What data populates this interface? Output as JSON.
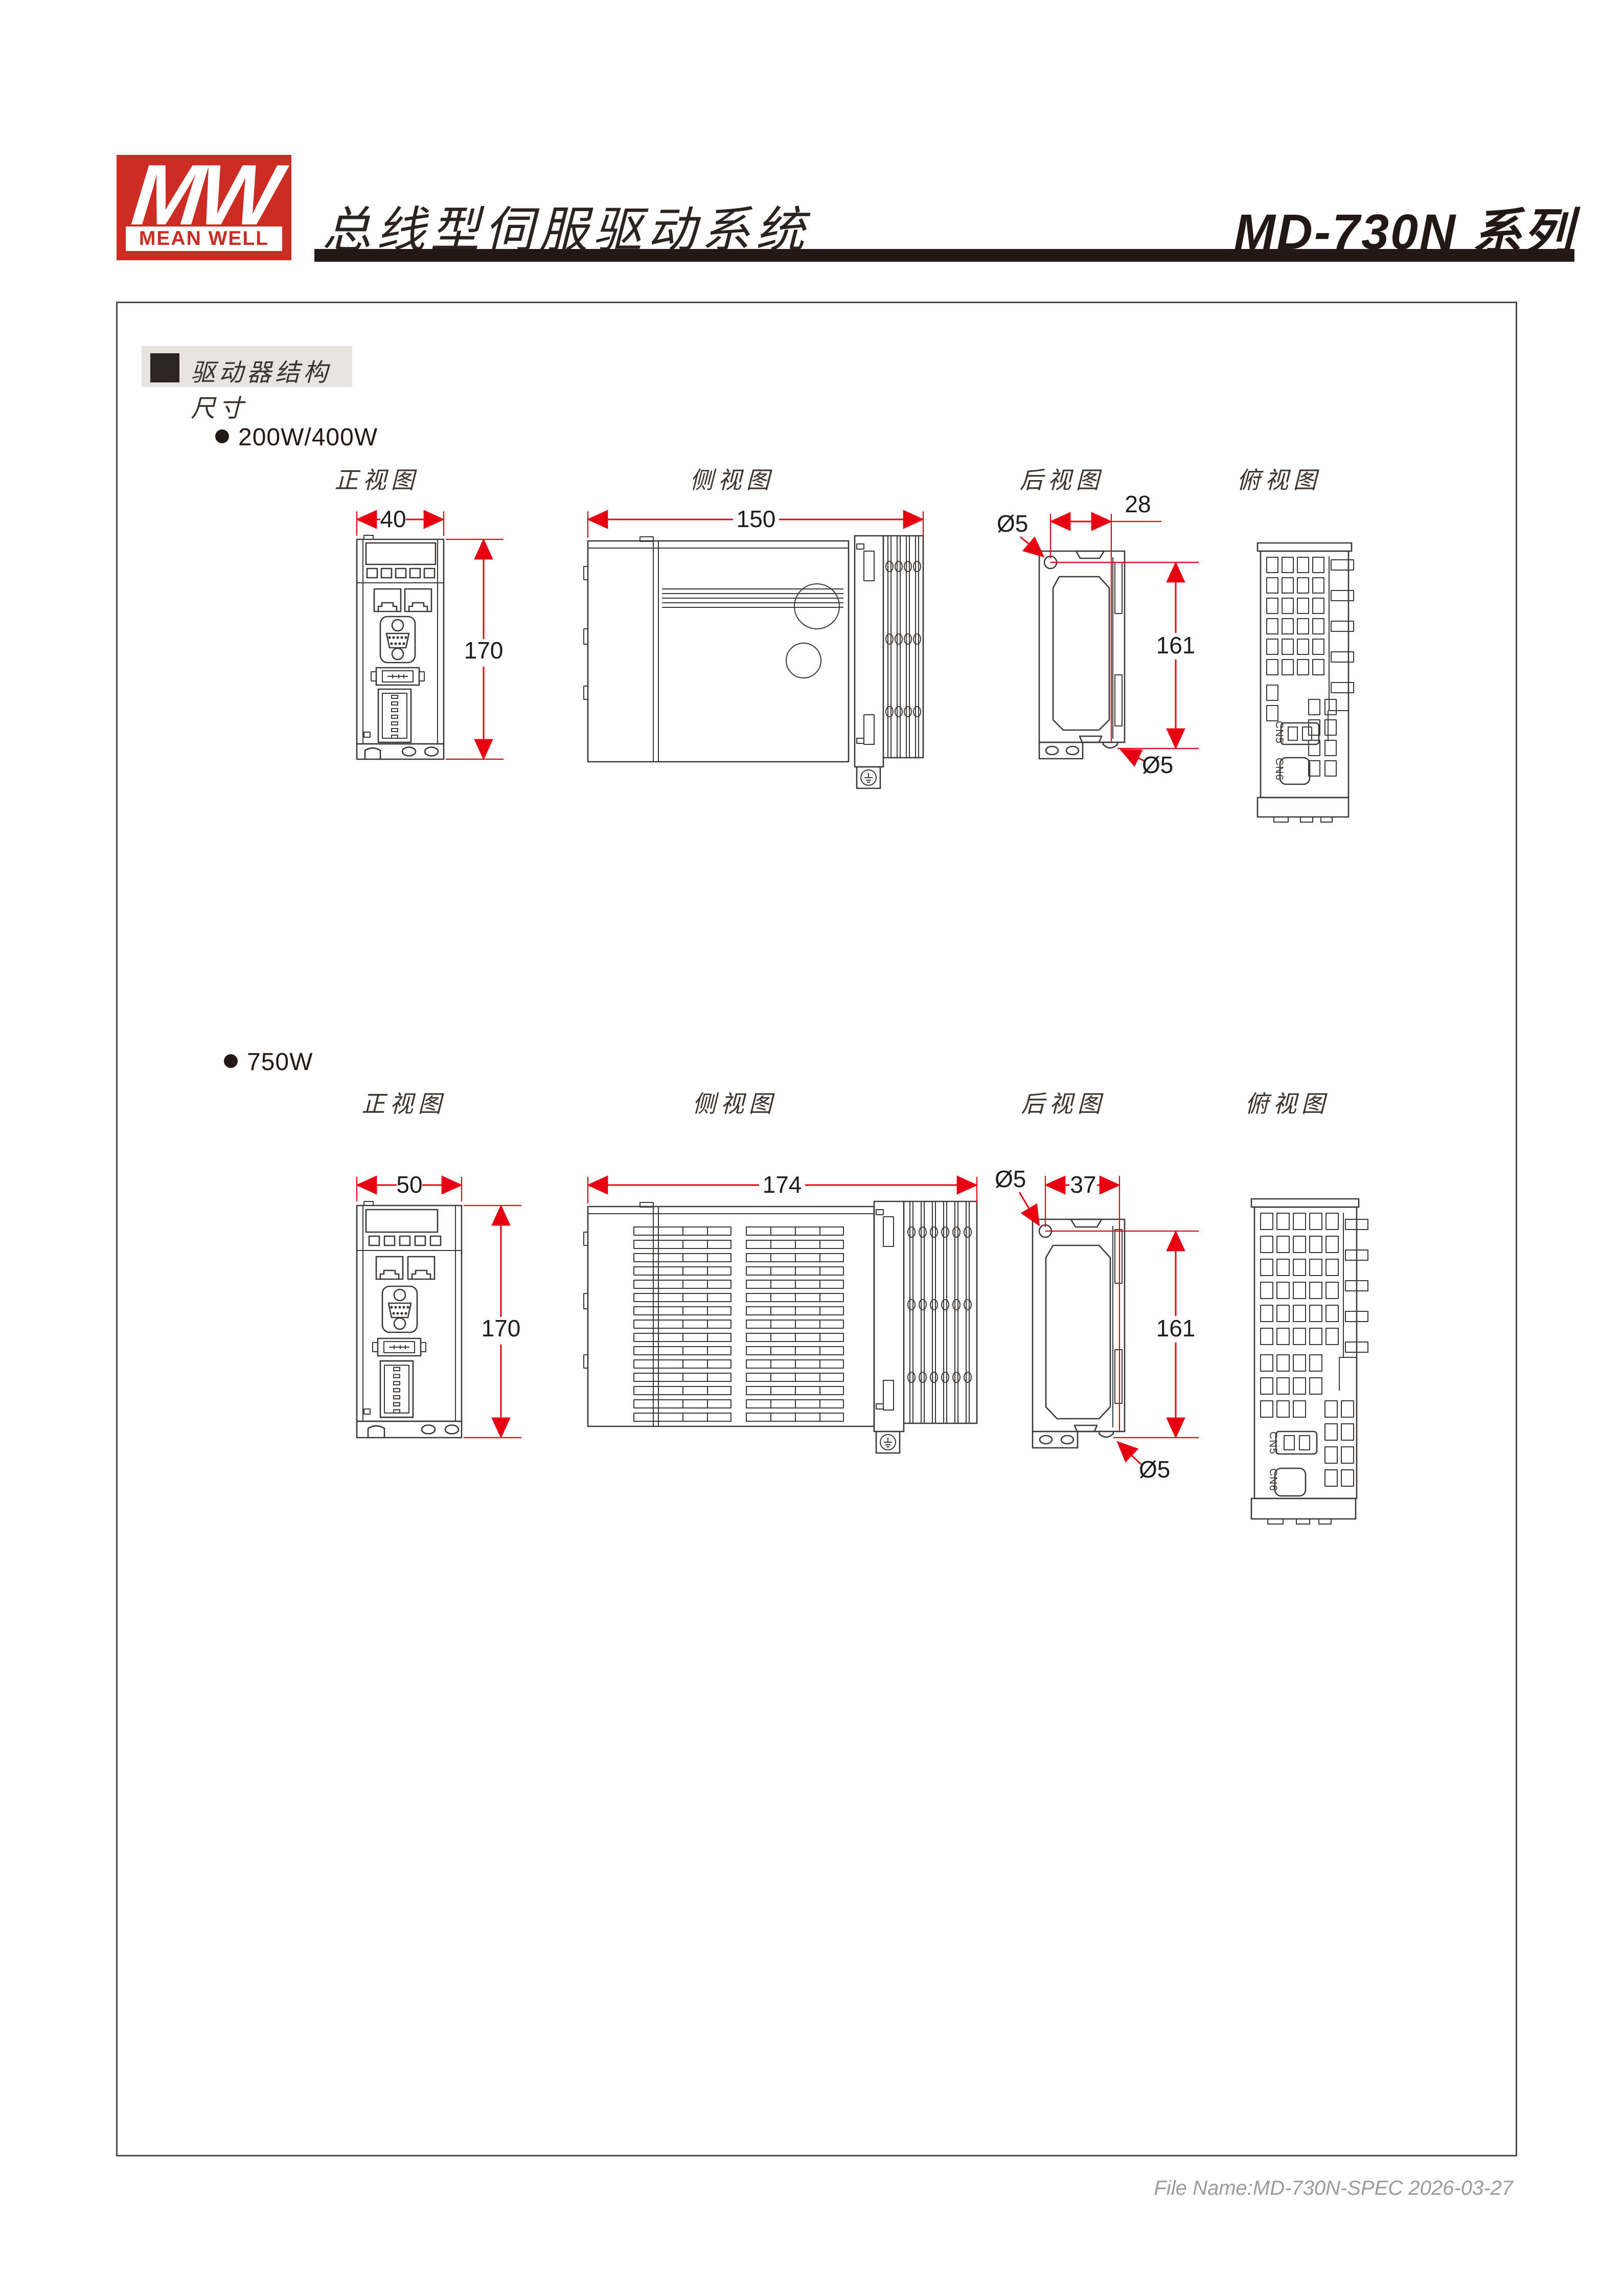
{
  "header": {
    "logo": {
      "monogram": "MW",
      "brand": "MEAN WELL"
    },
    "title": "总线型伺服驱动系统",
    "series": "MD-730N 系列"
  },
  "section": {
    "title": "驱动器结构尺寸"
  },
  "groups": [
    {
      "power": "200W/400W",
      "view_labels": {
        "front": "正视图",
        "side": "侧视图",
        "rear": "后视图",
        "top": "俯视图"
      },
      "dims": {
        "front_width_mm": "40",
        "front_height_mm": "170",
        "side_depth_mm": "150",
        "rear_hole_top": "Ø5",
        "rear_hole_offset_mm": "28",
        "rear_mount_height_mm": "161",
        "rear_hole_bottom": "Ø5"
      },
      "top_view_connector_labels": [
        "CN5",
        "CN6"
      ]
    },
    {
      "power": "750W",
      "view_labels": {
        "front": "正视图",
        "side": "侧视图",
        "rear": "后视图",
        "top": "俯视图"
      },
      "dims": {
        "front_width_mm": "50",
        "front_height_mm": "170",
        "side_depth_mm": "174",
        "rear_hole_top": "Ø5",
        "rear_hole_offset_mm": "37",
        "rear_mount_height_mm": "161",
        "rear_hole_bottom": "Ø5"
      },
      "top_view_connector_labels": [
        "CN5",
        "CN6"
      ]
    }
  ],
  "footer": {
    "text": "File Name:MD-730N-SPEC  2026-03-27"
  },
  "colors": {
    "logo_red": "#cd2c23",
    "dimension_red": "#e50012",
    "line_dark": "#3b3735",
    "banner_gray": "#e5e4e3"
  }
}
